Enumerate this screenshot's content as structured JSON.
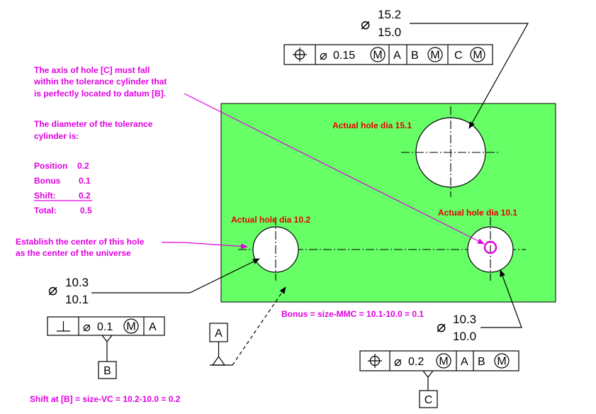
{
  "colors": {
    "plate": "#66ff66",
    "note": "#e000e0",
    "actual": "#e60000"
  },
  "icons": {
    "diameter": "diameter-symbol",
    "position": "position-symbol",
    "perpendicularity": "perpendicularity-symbol",
    "mmc": "mmc-modifier"
  },
  "top_hole": {
    "dim_upper": "15.2",
    "dim_lower": "15.0",
    "actual_label": "Actual hole dia 15.1",
    "fcf": {
      "tolerance": "0.15",
      "datum_a": "A",
      "datum_b": "B",
      "datum_c": "C",
      "modifier": "M"
    }
  },
  "left_hole": {
    "dim_upper": "10.3",
    "dim_lower": "10.1",
    "actual_label": "Actual hole dia 10.2",
    "fcf": {
      "tolerance": "0.1",
      "datum_a": "A",
      "modifier": "M"
    },
    "datum_label": "B"
  },
  "right_hole": {
    "dim_upper": "10.3",
    "dim_lower": "10.0",
    "actual_label": "Actual hole dia 10.1",
    "fcf": {
      "tolerance": "0.2",
      "datum_a": "A",
      "datum_b": "B",
      "modifier": "M"
    },
    "datum_label": "C"
  },
  "datum_a_label": "A",
  "notes": {
    "axis_lines": [
      "The axis of hole [C] must fall",
      "within the tolerance cylinder that",
      "is perfectly located to datum [B]."
    ],
    "diameter_lines": [
      "The diameter of the tolerance",
      "cylinder is:"
    ],
    "calc": {
      "position_label": "Position",
      "position_value": "0.2",
      "bonus_label": "Bonus",
      "bonus_value": "0.1",
      "shift_label": "Shift:",
      "shift_value": "0.2",
      "total_label": "Total:",
      "total_value": "0.5"
    },
    "establish_lines": [
      "Establish the center of this hole",
      "as the center of the universe"
    ],
    "bonus_formula": "Bonus = size-MMC = 10.1-10.0 = 0.1",
    "shift_formula": "Shift at [B] = size-VC = 10.2-10.0 = 0.2"
  }
}
